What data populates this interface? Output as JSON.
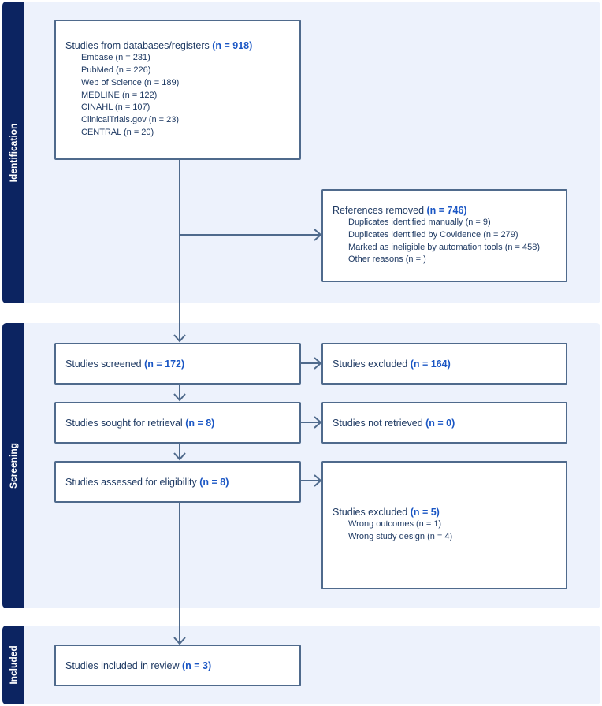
{
  "sections": {
    "identification": "Identification",
    "screening": "Screening",
    "included": "Included"
  },
  "records": {
    "label": "Studies from databases/registers",
    "count": "(n = 918)",
    "sources": [
      "Embase (n = 231)",
      "PubMed (n = 226)",
      "Web of Science (n = 189)",
      "MEDLINE (n = 122)",
      "CINAHL (n = 107)",
      "ClinicalTrials.gov (n = 23)",
      "CENTRAL (n = 20)"
    ]
  },
  "removed": {
    "label": "References removed",
    "count": "(n = 746)",
    "items": [
      "Duplicates identified manually (n = 9)",
      "Duplicates identified by Covidence (n = 279)",
      "Marked as ineligible by automation tools (n = 458)",
      "Other reasons (n = )"
    ]
  },
  "screened": {
    "label": "Studies screened",
    "count": "(n = 172)"
  },
  "excluded_screening": {
    "label": "Studies excluded",
    "count": "(n = 164)"
  },
  "sought": {
    "label": "Studies sought for retrieval",
    "count": "(n = 8)"
  },
  "not_retrieved": {
    "label": "Studies not retrieved",
    "count": "(n = 0)"
  },
  "assessed": {
    "label": "Studies assessed for eligibility",
    "count": "(n = 8)"
  },
  "excluded_eligibility": {
    "label": "Studies excluded",
    "count": "(n = 5)",
    "items": [
      "Wrong outcomes (n = 1)",
      "Wrong study design (n = 4)"
    ]
  },
  "included": {
    "label": "Studies included in review",
    "count": "(n = 3)"
  },
  "colors": {
    "section_label_bg": "#0c2461",
    "section_bg": "#edf2fc",
    "box_border": "#4f6a8c",
    "count_text": "#1a56c4",
    "body_text": "#1f3a63"
  }
}
